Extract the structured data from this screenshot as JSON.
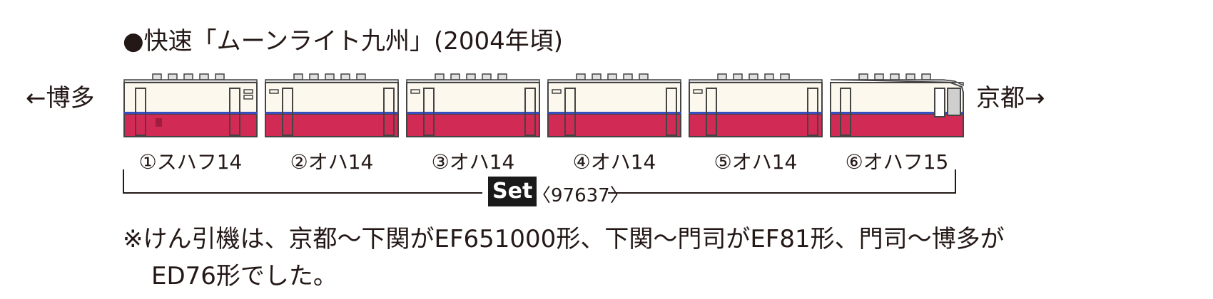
{
  "title": "●快速「ムーンライト九州」(2004年頃)",
  "direction_left": "←博多",
  "direction_right": "京都→",
  "cars": [
    {
      "label": "①スハフ14"
    },
    {
      "label": "②オハ14"
    },
    {
      "label": "③オハ14"
    },
    {
      "label": "④オハ14"
    },
    {
      "label": "⑤オハ14"
    },
    {
      "label": "⑥オハフ15"
    }
  ],
  "set_badge": "Set",
  "set_code": "〈97637〉",
  "note_line1": "※けん引機は、京都〜下関がEF651000形、下関〜門司がEF81形、門司〜博多が",
  "note_line2": "ED76形でした。",
  "colors": {
    "body_upper": "#fdf8ee",
    "body_lower": "#d12a55",
    "stripe": "#3a4fbf",
    "outline": "#3a3a3a",
    "roof": "#cccccc"
  }
}
